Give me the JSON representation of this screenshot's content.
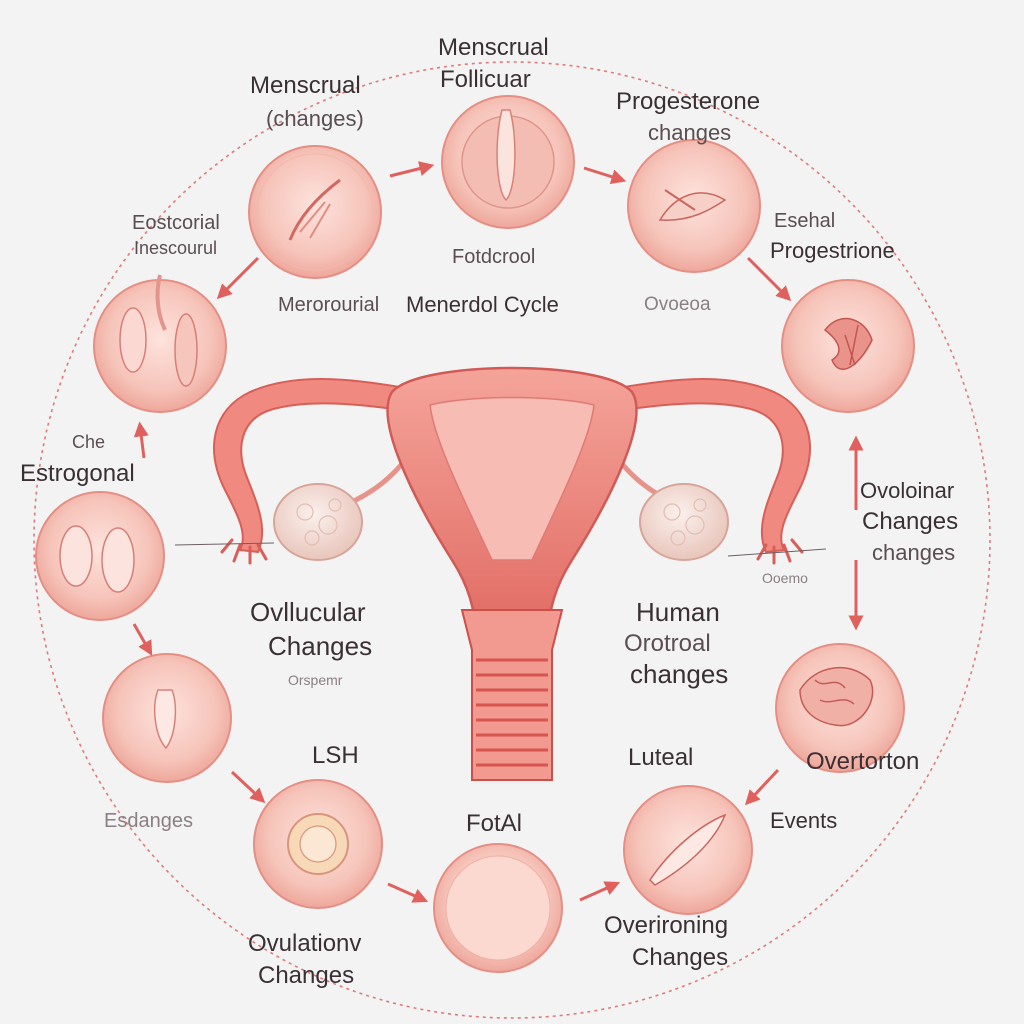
{
  "colors": {
    "background": "#f3f3f4",
    "accent": "#e0605e",
    "tissue_light": "#f9d2cb",
    "tissue_mid": "#ef9f96",
    "tissue_dark": "#d7625b",
    "ovary": "#f3e0da"
  },
  "labels": {
    "top_left_title": "Menscrual",
    "top_left_sub": "(changes)",
    "top_center_1": "Menscrual",
    "top_center_2": "Follicuar",
    "top_right_1": "Progesterone",
    "top_right_2": "changes",
    "left_upper_1": "Eostcorial",
    "left_upper_2": "Inescourul",
    "center_follicle": "Fotdcrool",
    "mid_left": "Merorourial",
    "cycle_title": "Menerdol Cycle",
    "mid_right": "Ovoeoa",
    "right_upper_1": "Esehal",
    "right_upper_2": "Progestrione",
    "left_small": "Che",
    "left_estrogen": "Estrogonal",
    "right_ov_1": "Ovoloinar",
    "right_ov_2": "Changes",
    "right_ov_3": "changes",
    "right_small": "Ooemo",
    "lower_left_1": "Ovllucular",
    "lower_left_2": "Changes",
    "lower_left_small": "Orspemr",
    "lower_right_1": "Human",
    "lower_right_2": "Orotroal",
    "lower_right_3": "changes",
    "bottom_left_changes": "Esdanges",
    "lsh": "LSH",
    "luteal": "Luteal",
    "ovortion": "Overtorton",
    "events": "Events",
    "fotal": "FotAl",
    "ovulation_1": "Ovulationv",
    "ovulation_2": "Changes",
    "overtroning_1": "Overironing",
    "overtroning_2": "Changes"
  }
}
